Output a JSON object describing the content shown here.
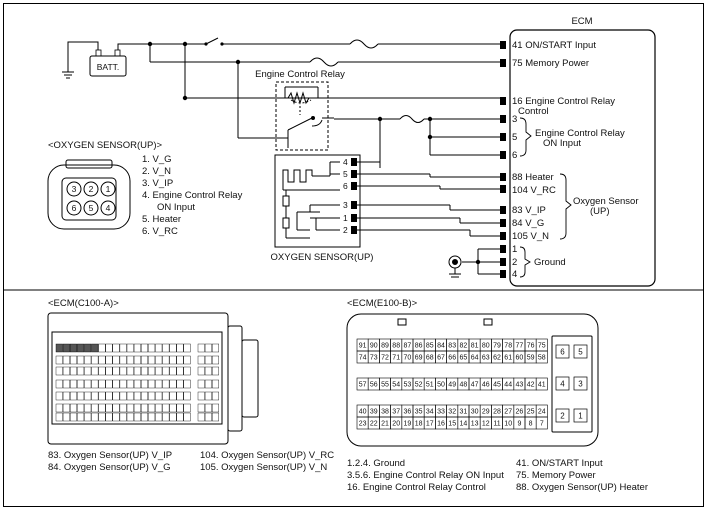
{
  "battery": {
    "label": "BATT."
  },
  "ecm": {
    "title": "ECM",
    "pins": {
      "p41": "41 ON/START Input",
      "p75": "75 Memory Power",
      "p16_line1": "16 Engine Control Relay",
      "p16_line2": "Control",
      "p3": "3",
      "p5": "5",
      "p6": "6",
      "relay_on_line1": "Engine Control Relay",
      "relay_on_line2": "ON Input",
      "p88": "88 Heater",
      "p104": "104 V_RC",
      "p83": "83 V_IP",
      "p84": "84 V_G",
      "p105": "105 V_N",
      "sensor_group_line1": "Oxygen Sensor",
      "sensor_group_line2": "(UP)",
      "g1": "1",
      "g2": "2",
      "g4": "4",
      "ground_label": "Ground"
    }
  },
  "relay": {
    "label": "Engine Control Relay"
  },
  "sensor_block": {
    "label": "OXYGEN SENSOR(UP)",
    "pins": [
      "4",
      "5",
      "6",
      "3",
      "1",
      "2"
    ]
  },
  "connector_up": {
    "title": "<OXYGEN SENSOR(UP)>",
    "cells": [
      "3",
      "2",
      "1",
      "6",
      "5",
      "4"
    ],
    "legend": [
      "1. V_G",
      "2. V_N",
      "3. V_IP",
      "4. Engine Control Relay",
      "ON Input",
      "5. Heater",
      "6. V_RC"
    ]
  },
  "connector_c100": {
    "title": "<ECM(C100-A)>",
    "legend_row1_a": "83. Oxygen Sensor(UP) V_IP",
    "legend_row1_b": "104. Oxygen Sensor(UP) V_RC",
    "legend_row2_a": "84. Oxygen Sensor(UP) V_G",
    "legend_row2_b": "105. Oxygen Sensor(UP) V_N"
  },
  "connector_e100": {
    "title": "<ECM(E100-B)>",
    "row1": [
      "91",
      "90",
      "89",
      "88",
      "87",
      "86",
      "85",
      "84",
      "83",
      "82",
      "81",
      "80",
      "79",
      "78",
      "77",
      "76",
      "75"
    ],
    "row2": [
      "74",
      "73",
      "72",
      "71",
      "70",
      "69",
      "68",
      "67",
      "66",
      "65",
      "64",
      "63",
      "62",
      "61",
      "60",
      "59",
      "58"
    ],
    "row3": [
      "57",
      "56",
      "55",
      "54",
      "53",
      "52",
      "51",
      "50",
      "49",
      "48",
      "47",
      "46",
      "45",
      "44",
      "43",
      "42",
      "41"
    ],
    "row4": [
      "40",
      "39",
      "38",
      "37",
      "36",
      "35",
      "34",
      "33",
      "32",
      "31",
      "30",
      "29",
      "28",
      "27",
      "26",
      "25",
      "24"
    ],
    "row5": [
      "23",
      "22",
      "21",
      "20",
      "19",
      "18",
      "17",
      "16",
      "15",
      "14",
      "13",
      "12",
      "11",
      "10",
      "9",
      "8",
      "7"
    ],
    "side": [
      "6",
      "5",
      "4",
      "3",
      "2",
      "1"
    ],
    "legend": {
      "l1": "1.2.4. Ground",
      "l2": "3.5.6. Engine Control Relay ON Input",
      "l3": "16. Engine Control Relay Control",
      "r1": "41. ON/START Input",
      "r2": "75. Memory Power",
      "r3": "88. Oxygen Sensor(UP) Heater"
    }
  }
}
